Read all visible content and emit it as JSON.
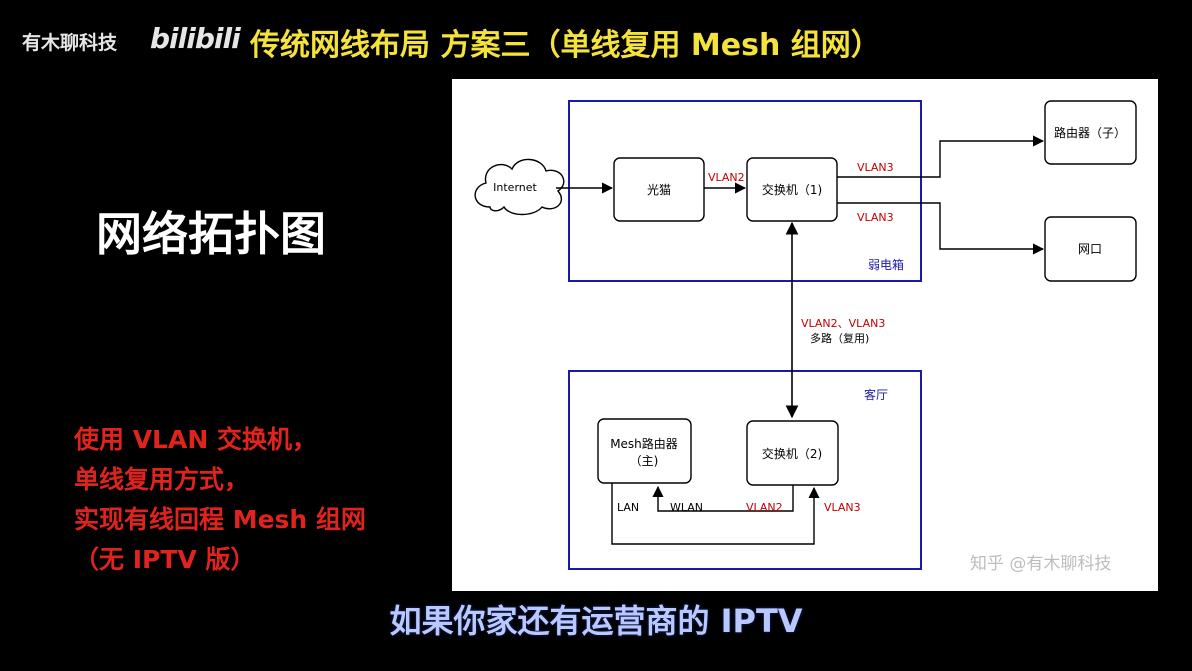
{
  "header": {
    "brand": "有木聊科技",
    "bili_logo": "bilibili",
    "title": "传统网线布局 方案三（单线复用 Mesh 组网）"
  },
  "left": {
    "topology_title": "网络拓扑图",
    "red_lines": [
      "使用 VLAN 交换机，",
      "单线复用方式，",
      "实现有线回程 Mesh 组网",
      "（无 IPTV 版）"
    ]
  },
  "diagram": {
    "internet": "Internet",
    "modem": "光猫",
    "vlan2_modem": "VLAN2",
    "switch1": "交换机（1)",
    "vlan3_top": "VLAN3",
    "vlan3_bottom": "VLAN3",
    "router_child": "路由器（子）",
    "port": "网口",
    "box_label": "弱电箱",
    "trunk_line1": "VLAN2、VLAN3",
    "trunk_line2": "多路（复用)",
    "living_room": "客厅",
    "mesh_router_line1": "Mesh路由器",
    "mesh_router_line2": "（主)",
    "switch2": "交换机（2)",
    "lan": "LAN",
    "wlan": "WLAN",
    "vlan2_bottom": "VLAN2",
    "vlan3_right": "VLAN3",
    "watermark": "知乎 @有木聊科技"
  },
  "subtitle": "如果你家还有运营商的 IPTV",
  "colors": {
    "headline": "#f5e23a",
    "red_text": "#e0231c",
    "box_blue": "#1a1aa8",
    "vlan_red": "#c00000",
    "subtitle": "#b9c9ff"
  }
}
